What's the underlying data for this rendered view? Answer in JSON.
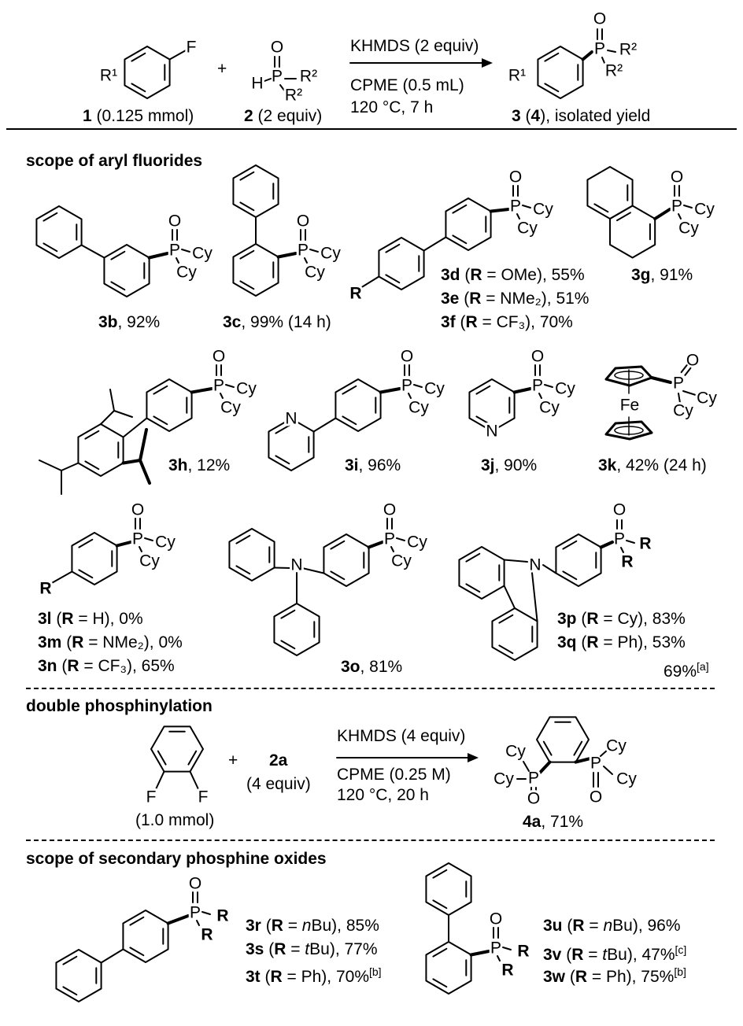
{
  "atoms": {
    "P": "P",
    "O": "O",
    "Cy": "Cy",
    "R": "R",
    "N": "N",
    "F": "F",
    "H": "H",
    "Fe": "Fe",
    "R1": "R¹",
    "R2": "R²"
  },
  "header": {
    "reagent": "KHMDS (2 equiv)",
    "solvent": "CPME (0.5 mL)",
    "conditions": "120 °C, 7 h",
    "plus": "+",
    "h1": [
      {
        "t": "1",
        "b": true
      },
      {
        "t": " (0.125 mmol)"
      }
    ],
    "h2": [
      {
        "t": "2",
        "b": true
      },
      {
        "t": " (2 equiv)"
      }
    ],
    "h3": [
      {
        "t": "3",
        "b": true
      },
      {
        "t": " ("
      },
      {
        "t": "4",
        "b": true
      },
      {
        "t": "), isolated yield"
      }
    ]
  },
  "sections": {
    "aryl_fluorides": "scope of aryl fluorides",
    "double": "double phosphinylation",
    "spo": "scope of secondary phosphine oxides"
  },
  "double_rxn": {
    "plus": "+",
    "reagent": "KHMDS (4 equiv)",
    "solvent": "CPME (0.25 M)",
    "conditions": "120 °C, 20 h",
    "substrate_amount": "(1.0 mmol)",
    "equiv": "(4 equiv)"
  },
  "compounds": {
    "c3b": [
      {
        "t": "3b",
        "b": true
      },
      {
        "t": ", 92%"
      }
    ],
    "c3c": [
      {
        "t": "3c",
        "b": true
      },
      {
        "t": ", 99% (14 h)"
      }
    ],
    "c3d": [
      {
        "t": "3d",
        "b": true
      },
      {
        "t": " ("
      },
      {
        "t": "R",
        "b": true
      },
      {
        "t": " = OMe), 55%"
      }
    ],
    "c3e": [
      {
        "t": "3e",
        "b": true
      },
      {
        "t": " ("
      },
      {
        "t": "R",
        "b": true
      },
      {
        "t": " = NMe₂), 51%"
      }
    ],
    "c3f": [
      {
        "t": "3f",
        "b": true
      },
      {
        "t": " ("
      },
      {
        "t": "R",
        "b": true
      },
      {
        "t": " = CF₃), 70%"
      }
    ],
    "c3g": [
      {
        "t": "3g",
        "b": true
      },
      {
        "t": ", 91%"
      }
    ],
    "c3h": [
      {
        "t": "3h",
        "b": true
      },
      {
        "t": ", 12%"
      }
    ],
    "c3i": [
      {
        "t": "3i",
        "b": true
      },
      {
        "t": ", 96%"
      }
    ],
    "c3j": [
      {
        "t": "3j",
        "b": true
      },
      {
        "t": ", 90%"
      }
    ],
    "c3k": [
      {
        "t": "3k",
        "b": true
      },
      {
        "t": ", 42% (24 h)"
      }
    ],
    "c3l": [
      {
        "t": "3l",
        "b": true
      },
      {
        "t": " ("
      },
      {
        "t": "R",
        "b": true
      },
      {
        "t": " = H), 0%"
      }
    ],
    "c3m": [
      {
        "t": "3m",
        "b": true
      },
      {
        "t": " ("
      },
      {
        "t": "R",
        "b": true
      },
      {
        "t": " = NMe₂), 0%"
      }
    ],
    "c3n": [
      {
        "t": "3n",
        "b": true
      },
      {
        "t": " ("
      },
      {
        "t": "R",
        "b": true
      },
      {
        "t": " = CF₃), 65%"
      }
    ],
    "c3o": [
      {
        "t": "3o",
        "b": true
      },
      {
        "t": ", 81%"
      }
    ],
    "c3p": [
      {
        "t": "3p",
        "b": true
      },
      {
        "t": " ("
      },
      {
        "t": "R",
        "b": true
      },
      {
        "t": " = Cy), 83%"
      }
    ],
    "c3q": [
      {
        "t": "3q",
        "b": true
      },
      {
        "t": " ("
      },
      {
        "t": "R",
        "b": true
      },
      {
        "t": " = Ph), 53%"
      }
    ],
    "c3q_alt": [
      {
        "t": "69%"
      },
      {
        "t": "[a]",
        "sup": true
      }
    ],
    "c2a": [
      {
        "t": "2a",
        "b": true
      }
    ],
    "c4a": [
      {
        "t": "4a",
        "b": true
      },
      {
        "t": ", 71%"
      }
    ],
    "c3r": [
      {
        "t": "3r",
        "b": true
      },
      {
        "t": " ("
      },
      {
        "t": "R",
        "b": true
      },
      {
        "t": " = "
      },
      {
        "t": "n",
        "i": true
      },
      {
        "t": "Bu), 85%"
      }
    ],
    "c3s": [
      {
        "t": "3s",
        "b": true
      },
      {
        "t": " ("
      },
      {
        "t": "R",
        "b": true
      },
      {
        "t": " = "
      },
      {
        "t": "t",
        "i": true
      },
      {
        "t": "Bu), 77%"
      }
    ],
    "c3t": [
      {
        "t": "3t",
        "b": true
      },
      {
        "t": " ("
      },
      {
        "t": "R",
        "b": true
      },
      {
        "t": " = Ph), 70%"
      },
      {
        "t": "[b]",
        "sup": true
      }
    ],
    "c3u": [
      {
        "t": "3u",
        "b": true
      },
      {
        "t": " ("
      },
      {
        "t": "R",
        "b": true
      },
      {
        "t": " = "
      },
      {
        "t": "n",
        "i": true
      },
      {
        "t": "Bu), 96%"
      }
    ],
    "c3v": [
      {
        "t": "3v",
        "b": true
      },
      {
        "t": " ("
      },
      {
        "t": "R",
        "b": true
      },
      {
        "t": " = "
      },
      {
        "t": "t",
        "i": true
      },
      {
        "t": "Bu), 47%"
      },
      {
        "t": "[c]",
        "sup": true
      }
    ],
    "c3w": [
      {
        "t": "3w",
        "b": true
      },
      {
        "t": " ("
      },
      {
        "t": "R",
        "b": true
      },
      {
        "t": " = Ph), 75%"
      },
      {
        "t": "[b]",
        "sup": true
      }
    ]
  }
}
